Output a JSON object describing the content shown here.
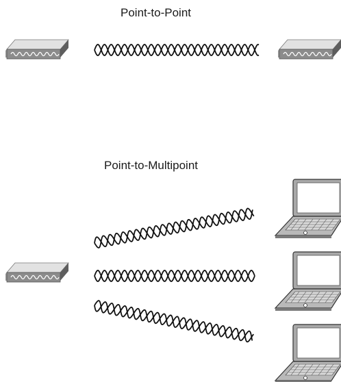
{
  "diagram": {
    "sections": [
      {
        "id": "p2p",
        "title": "Point-to-Point"
      },
      {
        "id": "p2mp",
        "title": "Point-to-Multipoint"
      }
    ],
    "nodes": [
      {
        "id": "bridge-left-top",
        "kind": "wireless-bridge"
      },
      {
        "id": "bridge-right-top",
        "kind": "wireless-bridge"
      },
      {
        "id": "bridge-left-bottom",
        "kind": "wireless-bridge"
      },
      {
        "id": "laptop-1",
        "kind": "laptop"
      },
      {
        "id": "laptop-2",
        "kind": "laptop"
      },
      {
        "id": "laptop-3",
        "kind": "laptop"
      }
    ],
    "links": [
      {
        "from": "bridge-left-top",
        "to": "bridge-right-top",
        "style": "wireless-signal"
      },
      {
        "from": "bridge-left-bottom",
        "to": "laptop-1",
        "style": "wireless-signal"
      },
      {
        "from": "bridge-left-bottom",
        "to": "laptop-2",
        "style": "wireless-signal"
      },
      {
        "from": "bridge-left-bottom",
        "to": "laptop-3",
        "style": "wireless-signal"
      }
    ],
    "colors": {
      "device_light": "#c8c8c8",
      "device_top": "#e4e4e4",
      "device_dark": "#6a6a6a",
      "stroke": "#111111"
    }
  }
}
